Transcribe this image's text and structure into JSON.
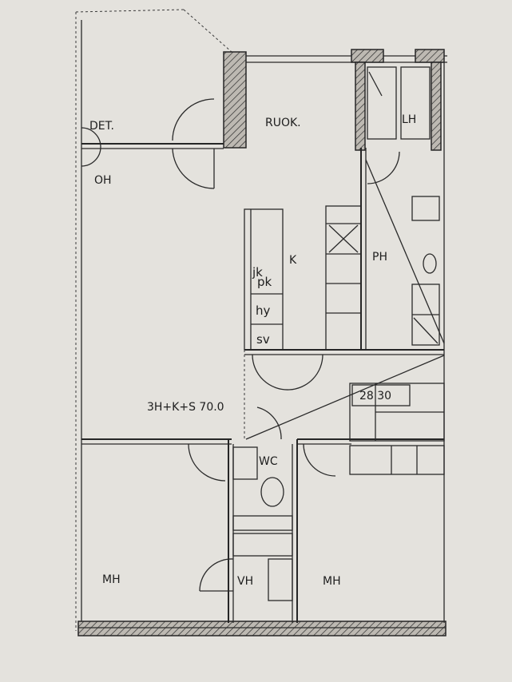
{
  "plan": {
    "areas": {
      "det": "DET.",
      "oh": "OH",
      "ruok": "RUOK.",
      "lh": "LH",
      "k": "K",
      "ph": "PH",
      "wc": "WC",
      "mh_left": "MH",
      "mh_right": "MH",
      "vh": "VH"
    },
    "fixtures": {
      "jk": "jk",
      "pk": "pk",
      "hy": "hy",
      "sv": "sv"
    },
    "apartment_type": "3H+K+S 70.0",
    "stair_label": "28 30"
  }
}
